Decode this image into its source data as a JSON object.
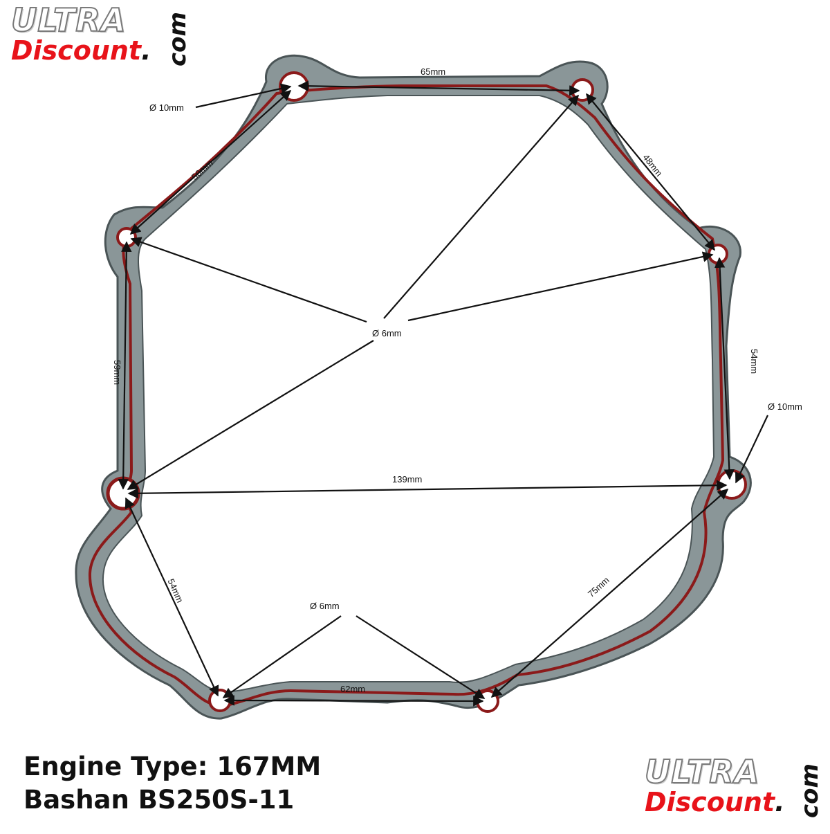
{
  "logo_top": {
    "ultra": "ULTRA",
    "discount": "Discount",
    "dot": ".",
    "com": "com"
  },
  "logo_bottom": {
    "ultra": "ULTRA",
    "discount": "Discount",
    "dot": ".",
    "com": "com"
  },
  "caption": {
    "line1": "Engine Type: 167MM",
    "line2": "Bashan BS250S-11"
  },
  "dimensions": {
    "d_top_left": "Ø 10mm",
    "top_span": "65mm",
    "upper_left": "50mm",
    "upper_right": "48mm",
    "center_holes": "Ø 6mm",
    "right_side": "54mm",
    "left_side": "59mm",
    "d_right": "Ø 10mm",
    "width": "139mm",
    "lower_left": "54mm",
    "lower_right": "75mm",
    "bottom_holes": "Ø 6mm",
    "bottom_span": "62mm"
  },
  "colors": {
    "gasket": "#8a9698",
    "gasket_edge": "#4a5456",
    "seal": "#8b1a1a",
    "arrow": "#111111",
    "logo_red": "#e8131a"
  }
}
